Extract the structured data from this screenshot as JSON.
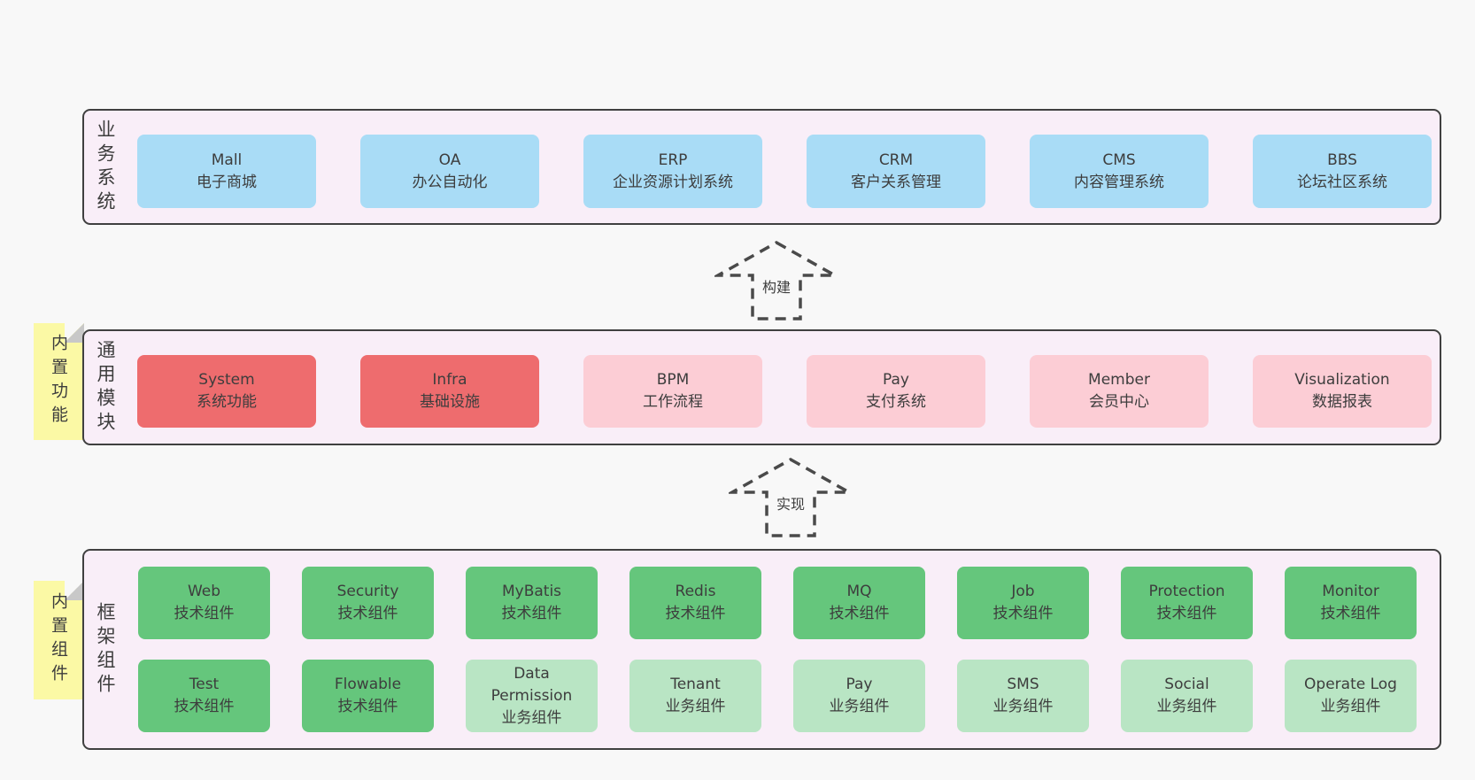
{
  "palette": {
    "page_bg": "#f8f8f8",
    "band_bg": "#f9eef8",
    "band_border": "#404040",
    "blue": "#a9dcf6",
    "red": "#ee6c6e",
    "pink": "#fccdd5",
    "green": "#65c67c",
    "green_light": "#b9e5c4",
    "note_yellow": "#fbf9a5",
    "note_fold": "#c8c8c8",
    "text": "#3d3d3d"
  },
  "arrows": [
    {
      "label": "构建"
    },
    {
      "label": "实现"
    }
  ],
  "bands": [
    {
      "label": "业务系统",
      "boxes": [
        {
          "title": "Mall",
          "subtitle": "电子商城"
        },
        {
          "title": "OA",
          "subtitle": "办公自动化"
        },
        {
          "title": "ERP",
          "subtitle": "企业资源计划系统"
        },
        {
          "title": "CRM",
          "subtitle": "客户关系管理"
        },
        {
          "title": "CMS",
          "subtitle": "内容管理系统"
        },
        {
          "title": "BBS",
          "subtitle": "论坛社区系统"
        }
      ]
    },
    {
      "label": "通用模块",
      "tag": "内置功能",
      "boxes": [
        {
          "title": "System",
          "subtitle": "系统功能"
        },
        {
          "title": "Infra",
          "subtitle": "基础设施"
        },
        {
          "title": "BPM",
          "subtitle": "工作流程"
        },
        {
          "title": "Pay",
          "subtitle": "支付系统"
        },
        {
          "title": "Member",
          "subtitle": "会员中心"
        },
        {
          "title": "Visualization",
          "subtitle": "数据报表"
        }
      ]
    },
    {
      "label": "框架组件",
      "tag": "内置组件",
      "rows": [
        [
          {
            "title": "Web",
            "subtitle": "技术组件"
          },
          {
            "title": "Security",
            "subtitle": "技术组件"
          },
          {
            "title": "MyBatis",
            "subtitle": "技术组件"
          },
          {
            "title": "Redis",
            "subtitle": "技术组件"
          },
          {
            "title": "MQ",
            "subtitle": "技术组件"
          },
          {
            "title": "Job",
            "subtitle": "技术组件"
          },
          {
            "title": "Protection",
            "subtitle": "技术组件"
          },
          {
            "title": "Monitor",
            "subtitle": "技术组件"
          }
        ],
        [
          {
            "title": "Test",
            "subtitle": "技术组件"
          },
          {
            "title": "Flowable",
            "subtitle": "技术组件"
          },
          {
            "title": "Data Permission",
            "subtitle": "业务组件"
          },
          {
            "title": "Tenant",
            "subtitle": "业务组件"
          },
          {
            "title": "Pay",
            "subtitle": "业务组件"
          },
          {
            "title": "SMS",
            "subtitle": "业务组件"
          },
          {
            "title": "Social",
            "subtitle": "业务组件"
          },
          {
            "title": "Operate Log",
            "subtitle": "业务组件"
          }
        ]
      ]
    }
  ]
}
